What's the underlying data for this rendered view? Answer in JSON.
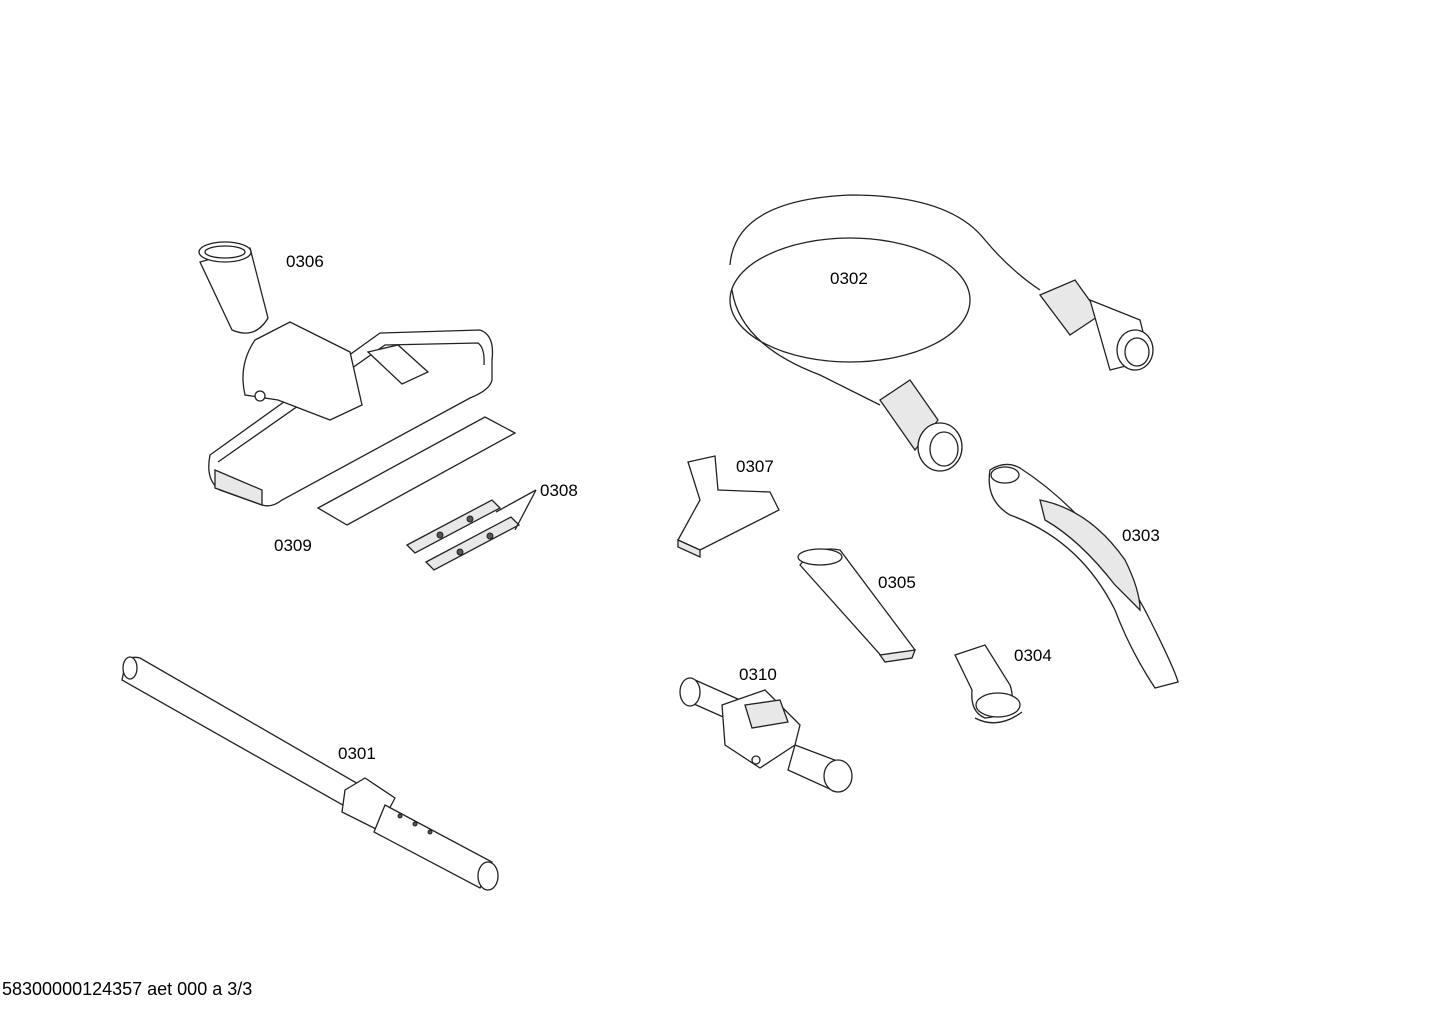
{
  "parts": [
    {
      "id": "0306",
      "label": "0306",
      "name": "floor-nozzle"
    },
    {
      "id": "0302",
      "label": "0302",
      "name": "hose"
    },
    {
      "id": "0307",
      "label": "0307",
      "name": "upholstery-nozzle"
    },
    {
      "id": "0308",
      "label": "0308",
      "name": "nozzle-clips"
    },
    {
      "id": "0309",
      "label": "0309",
      "name": "nozzle-strip"
    },
    {
      "id": "0303",
      "label": "0303",
      "name": "hose-handle"
    },
    {
      "id": "0305",
      "label": "0305",
      "name": "crevice-nozzle"
    },
    {
      "id": "0304",
      "label": "0304",
      "name": "small-nozzle"
    },
    {
      "id": "0310",
      "label": "0310",
      "name": "tube-adapter"
    },
    {
      "id": "0301",
      "label": "0301",
      "name": "telescopic-tube"
    }
  ],
  "footer": "58300000124357 aet 000 a 3/3"
}
